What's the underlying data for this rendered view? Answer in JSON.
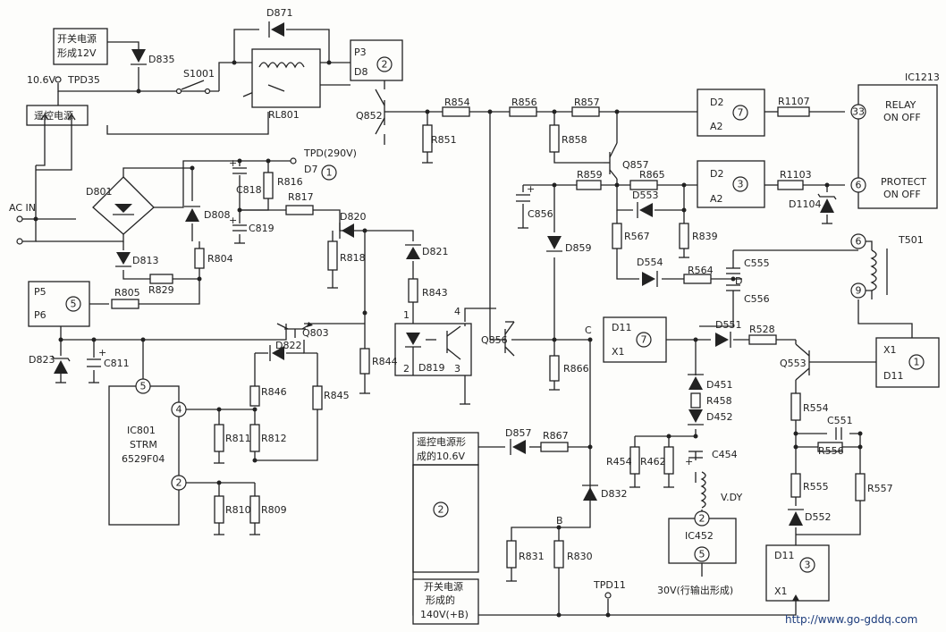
{
  "labels": {
    "kg_12v_1": "开关电源",
    "kg_12v_2": "形成12V",
    "v106": "10.6V",
    "tpd35": "TPD35",
    "yk_power": "遥控电源",
    "ac_in": "AC IN",
    "d835": "D835",
    "s1001": "S1001",
    "d871": "D871",
    "rl801": "RL801",
    "p3": "P3",
    "d8": "D8",
    "n2a": "2",
    "q852": "Q852",
    "tpd290": "TPD(290V)",
    "d7": "D7",
    "n1a": "1",
    "r816": "R816",
    "c818": "C818",
    "r817": "R817",
    "c819": "C819",
    "d801": "D801",
    "d808": "D808",
    "d813": "D813",
    "r804": "R804",
    "r829": "R829",
    "r805": "R805",
    "p5": "P5",
    "p6": "P6",
    "n5a": "5",
    "d823": "D823",
    "c811": "C811",
    "q803": "Q803",
    "d822": "D822",
    "r846": "R846",
    "r845": "R845",
    "r811": "R811",
    "r812": "R812",
    "r810": "R810",
    "r809": "R809",
    "ic801": "IC801",
    "strm": "STRM",
    "ic801_part": "6529F04",
    "pin5": "5",
    "pin4": "4",
    "pin2": "2",
    "d820": "D820",
    "r818": "R818",
    "d821": "D821",
    "r843": "R843",
    "r844": "R844",
    "d819": "D819",
    "oc1": "1",
    "oc2": "2",
    "oc3": "3",
    "oc4": "4",
    "r854": "R854",
    "r851": "R851",
    "r856": "R856",
    "r857": "R857",
    "r858": "R858",
    "q857": "Q857",
    "r859": "R859",
    "r865": "R865",
    "c856": "C856",
    "d553": "D553",
    "r567": "R567",
    "r839": "R839",
    "d859": "D859",
    "d554": "D554",
    "r564": "R564",
    "c555": "C555",
    "c556": "C556",
    "d_node": "D",
    "q856": "Q856",
    "c_node": "C",
    "r866": "R866",
    "d2a": "D2",
    "a2a": "A2",
    "n7a": "7",
    "d2b": "D2",
    "a2b": "A2",
    "n3a": "3",
    "r1107": "R1107",
    "r1103": "R1103",
    "d1104": "D1104",
    "ic1213": "IC1213",
    "relay": "RELAY",
    "on_off_1": "ON  OFF",
    "protect": "PROTECT",
    "on_off_2": "ON  OFF",
    "pin33": "33",
    "pin6a": "6",
    "t501": "T501",
    "t6": "6",
    "t9": "9",
    "d11a": "D11",
    "x1a": "X1",
    "n7b": "7",
    "d551": "D551",
    "r528": "R528",
    "q553": "Q553",
    "x1b": "X1",
    "d11b": "D11",
    "n1b": "1",
    "d451": "D451",
    "r458": "R458",
    "d452": "D452",
    "r554": "R554",
    "c551": "C551",
    "r556": "R556",
    "r555": "R555",
    "r557": "R557",
    "d552": "D552",
    "d11c": "D11",
    "x1c": "X1",
    "n3b": "3",
    "yk_106_1": "遥控电源形",
    "yk_106_2": "成的10.6V",
    "d857": "D857",
    "r867": "R867",
    "d832": "D832",
    "n2b": "2",
    "r454": "R454",
    "r462": "R462",
    "c454": "C454",
    "vdy": "V.DY",
    "ic452": "IC452",
    "ic452_2": "2",
    "ic452_5": "5",
    "b_node": "B",
    "r831": "R831",
    "r830": "R830",
    "tpd11": "TPD11",
    "v30": "30V(行输出形成)",
    "kg_140_1": "开关电源",
    "kg_140_2": "形成的",
    "kg_140_3": "140V(+B)",
    "url": "http://www.go-gddq.com"
  }
}
